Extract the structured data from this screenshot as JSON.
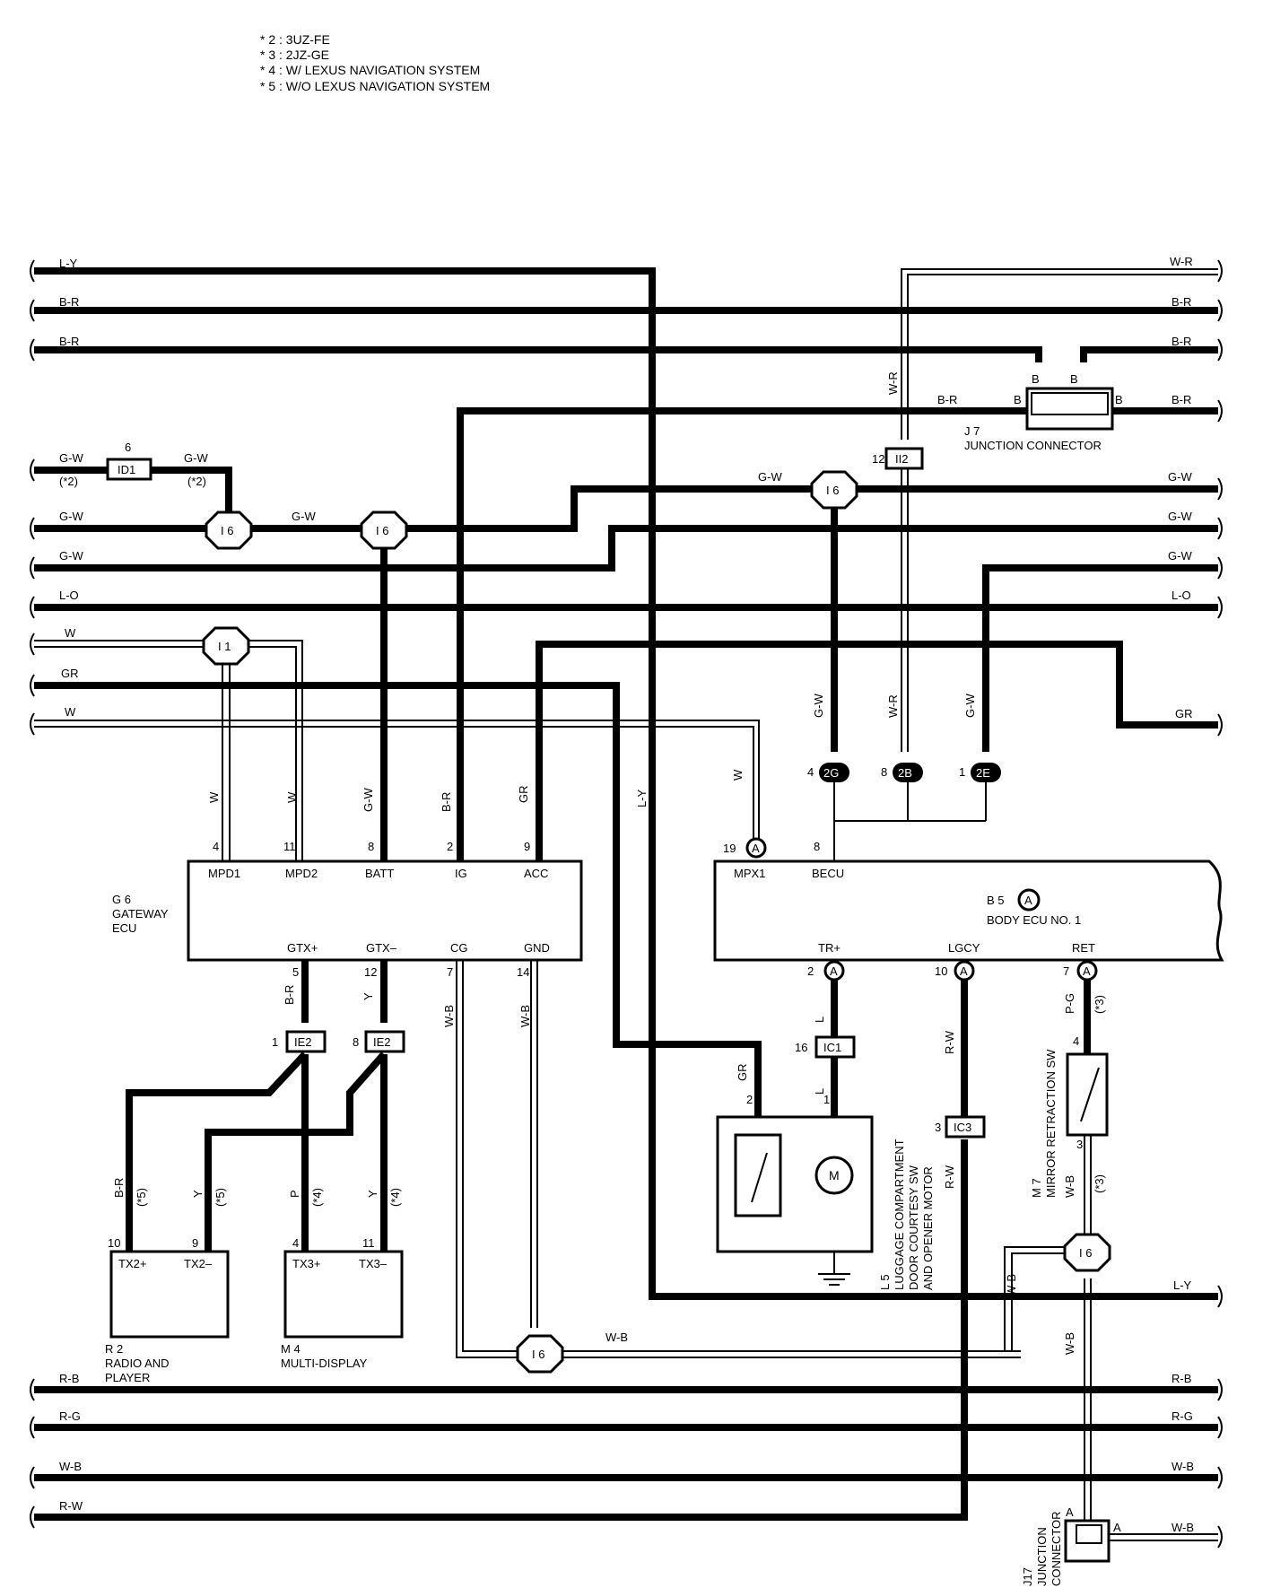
{
  "notes": [
    "* 2 : 3UZ-FE",
    "* 3 : 2JZ-GE",
    "* 4 : W/ LEXUS NAVIGATION SYSTEM",
    "* 5 : W/O LEXUS NAVIGATION SYSTEM"
  ],
  "wires": {
    "ly": "L-Y",
    "br": "B-R",
    "wr": "W-R",
    "gw": "G-W",
    "lo": "L-O",
    "w": "W",
    "gr": "GR",
    "rb": "R-B",
    "rg": "R-G",
    "wb": "W-B",
    "rw": "R-W",
    "b": "B",
    "y": "Y",
    "p": "P",
    "l": "L",
    "pg": "P-G"
  },
  "notes_ref": {
    "n2": "(*2)",
    "n3": "(*3)",
    "n4": "(*4)",
    "n5": "(*5)"
  },
  "connectors": {
    "id1": "ID1",
    "ii2": "II2",
    "ie2": "IE2",
    "ic1": "IC1",
    "ic3": "IC3",
    "i6": "I 6",
    "i1": "I 1",
    "c2g": "2G",
    "c2b": "2B",
    "c2e": "2E",
    "a": "A",
    "M": "M"
  },
  "pins": {
    "p6": "6",
    "p12": "12",
    "p4": "4",
    "p11": "11",
    "p8": "8",
    "p2": "2",
    "p9": "9",
    "p5": "5",
    "p7": "7",
    "p14": "14",
    "p1": "1",
    "p10": "10",
    "p16": "16",
    "p19": "19",
    "p3": "3"
  },
  "gateway": {
    "id": "G 6",
    "name1": "GATEWAY",
    "name2": "ECU",
    "mpd1": "MPD1",
    "mpd2": "MPD2",
    "batt": "BATT",
    "ig": "IG",
    "acc": "ACC",
    "gtxp": "GTX+",
    "gtxm": "GTX–",
    "cg": "CG",
    "gnd": "GND"
  },
  "body_ecu": {
    "id": "B 5",
    "name": "BODY ECU NO. 1",
    "mpx1": "MPX1",
    "becu": "BECU",
    "trp": "TR+",
    "lgcy": "LGCY",
    "ret": "RET"
  },
  "j7": {
    "id": "J 7",
    "name": "JUNCTION CONNECTOR"
  },
  "radio": {
    "id": "R 2",
    "name1": "RADIO AND",
    "name2": "PLAYER",
    "tx2p": "TX2+",
    "tx2m": "TX2–"
  },
  "multi": {
    "id": "M 4",
    "name": "MULTI-DISPLAY",
    "tx3p": "TX3+",
    "tx3m": "TX3–"
  },
  "l5": {
    "id": "L 5",
    "name1": "LUGGAGE COMPARTMENT",
    "name2": "DOOR COURTESY SW",
    "name3": "AND OPENER MOTOR"
  },
  "m7": {
    "id": "M 7",
    "name": "MIRROR RETRACTION SW"
  },
  "j17": {
    "id": "J17",
    "name1": "JUNCTION",
    "name2": "CONNECTOR"
  }
}
